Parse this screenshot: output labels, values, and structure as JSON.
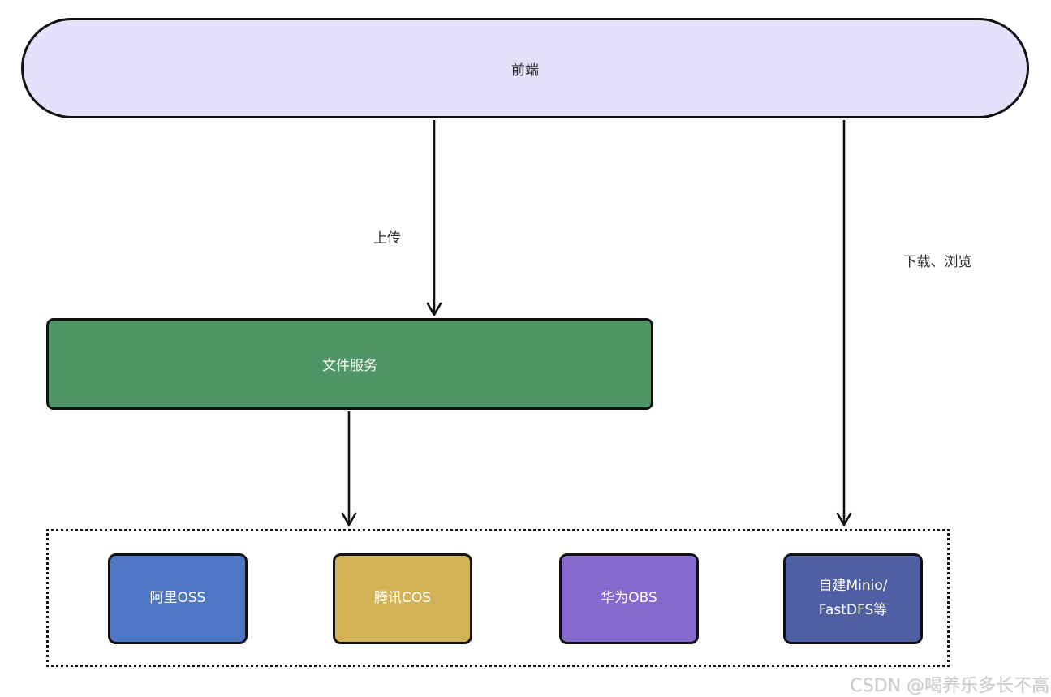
{
  "page": {
    "background": "#ffffff",
    "edge_color": "#111111"
  },
  "nodes": {
    "frontend": {
      "label": "前端",
      "shape": "stadium",
      "fill": "#e6e0fa",
      "border": "#111111",
      "text_color": "#2d2d2d"
    },
    "file_service": {
      "label": "文件服务",
      "shape": "rounded-rect",
      "fill": "#4f9565",
      "border": "#111111",
      "text_color": "#ffffff"
    }
  },
  "edges": {
    "upload": {
      "label": "上传",
      "from": "frontend",
      "to": "file_service"
    },
    "download_browse": {
      "label": "下载、浏览",
      "from": "frontend",
      "to": "storage_group"
    },
    "service_to_storage": {
      "label": "",
      "from": "file_service",
      "to": "storage_group"
    }
  },
  "storage_group": {
    "border_style": "dotted",
    "boxes": [
      {
        "label": "阿里OSS",
        "lines": [
          "阿里OSS"
        ],
        "fill": "#4d77c4",
        "text_color": "#ffffff"
      },
      {
        "label": "腾讯COS",
        "lines": [
          "腾讯COS"
        ],
        "fill": "#d2b355",
        "text_color": "#ffffff"
      },
      {
        "label": "华为OBS",
        "lines": [
          "华为OBS"
        ],
        "fill": "#8669cc",
        "text_color": "#ffffff"
      },
      {
        "label": "自建Minio/FastDFS等",
        "lines": [
          "自建Minio/",
          "FastDFS等"
        ],
        "fill": "#4e5fa3",
        "text_color": "#ffffff"
      }
    ]
  },
  "watermark": {
    "text": "CSDN @喝养乐多长不高",
    "color": "#cbcbcb"
  }
}
